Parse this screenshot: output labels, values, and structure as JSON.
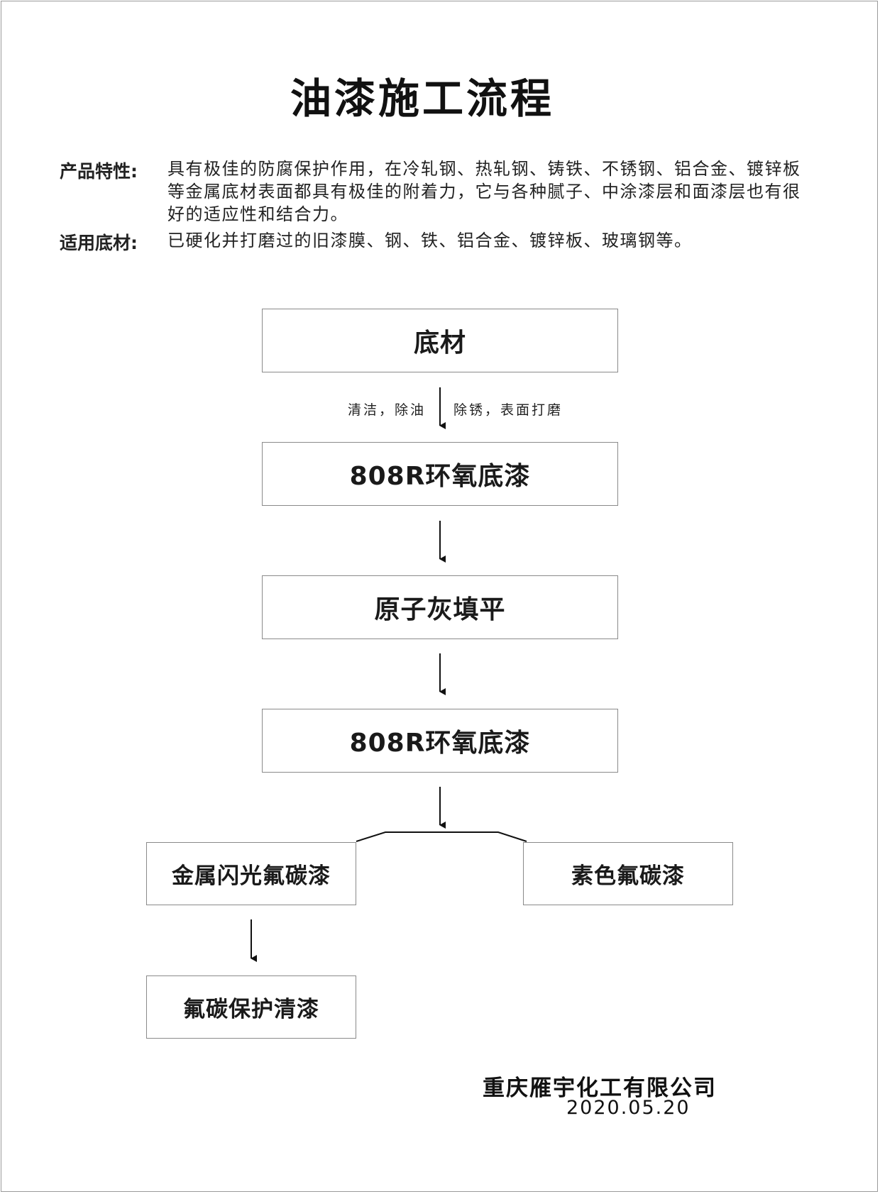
{
  "title": "油漆施工流程",
  "properties": {
    "product_label": "产品特性:",
    "product_lines": [
      "具有极佳的防腐保护作用，在冷轧钢、热轧钢、铸铁、不锈钢、铝合金、镀锌板",
      "等金属底材表面都具有极佳的附着力，它与各种腻子、中涂漆层和面漆层也有很",
      "好的适应性和结合力。"
    ],
    "substrate_label": "适用底材:",
    "substrate_text": "已硬化并打磨过的旧漆膜、钢、铁、铝合金、镀锌板、玻璃钢等。"
  },
  "flow": {
    "step1": "底材",
    "note_left": "清洁，除油",
    "note_right": "除锈，表面打磨",
    "step2": "808R环氧底漆",
    "step3": "原子灰填平",
    "step4": "808R环氧底漆",
    "branch_left": "金属闪光氟碳漆",
    "branch_right": "素色氟碳漆",
    "step_final": "氟碳保护清漆"
  },
  "footer": {
    "company": "重庆雁宇化工有限公司",
    "date": "2020.05.20"
  }
}
